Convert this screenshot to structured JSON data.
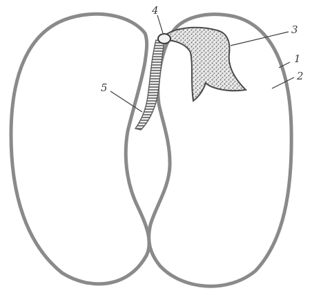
{
  "diagram": {
    "labels": {
      "l1": "1",
      "l2": "2",
      "l3": "3",
      "l4": "4",
      "l5": "5"
    },
    "colors": {
      "outline": "#8a8a8a",
      "ink": "#3a3a3a",
      "leaf_fill": "#e9e9e9",
      "leaf_dots": "#6a6a6a"
    }
  }
}
